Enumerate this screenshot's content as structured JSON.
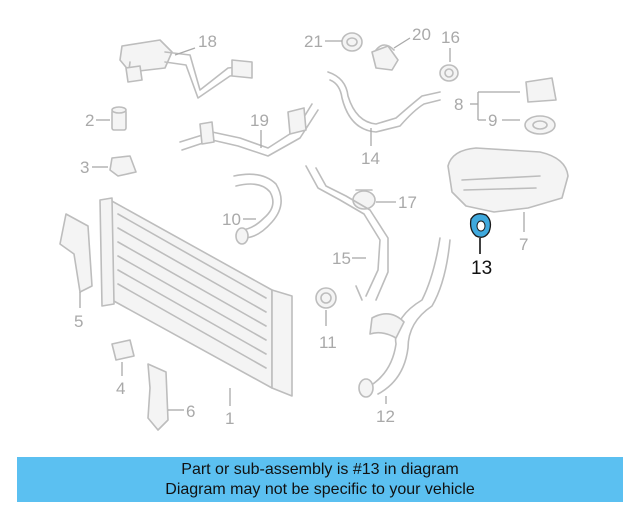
{
  "diagram": {
    "highlighted_part": "13",
    "callouts": {
      "p1": "1",
      "p2": "2",
      "p3": "3",
      "p4": "4",
      "p5": "5",
      "p6": "6",
      "p7": "7",
      "p8": "8",
      "p9": "9",
      "p10": "10",
      "p11": "11",
      "p12": "12",
      "p13": "13",
      "p14": "14",
      "p15": "15",
      "p16": "16",
      "p17": "17",
      "p18": "18",
      "p19": "19",
      "p20": "20",
      "p21": "21"
    }
  },
  "caption": {
    "line1": "Part or sub-assembly is #13 in diagram",
    "line2": "Diagram may not be specific to your vehicle"
  },
  "colors": {
    "caption_bg": "#5bc0f1",
    "highlight": "#3fa9dd",
    "part_line": "#bdbdbd"
  }
}
